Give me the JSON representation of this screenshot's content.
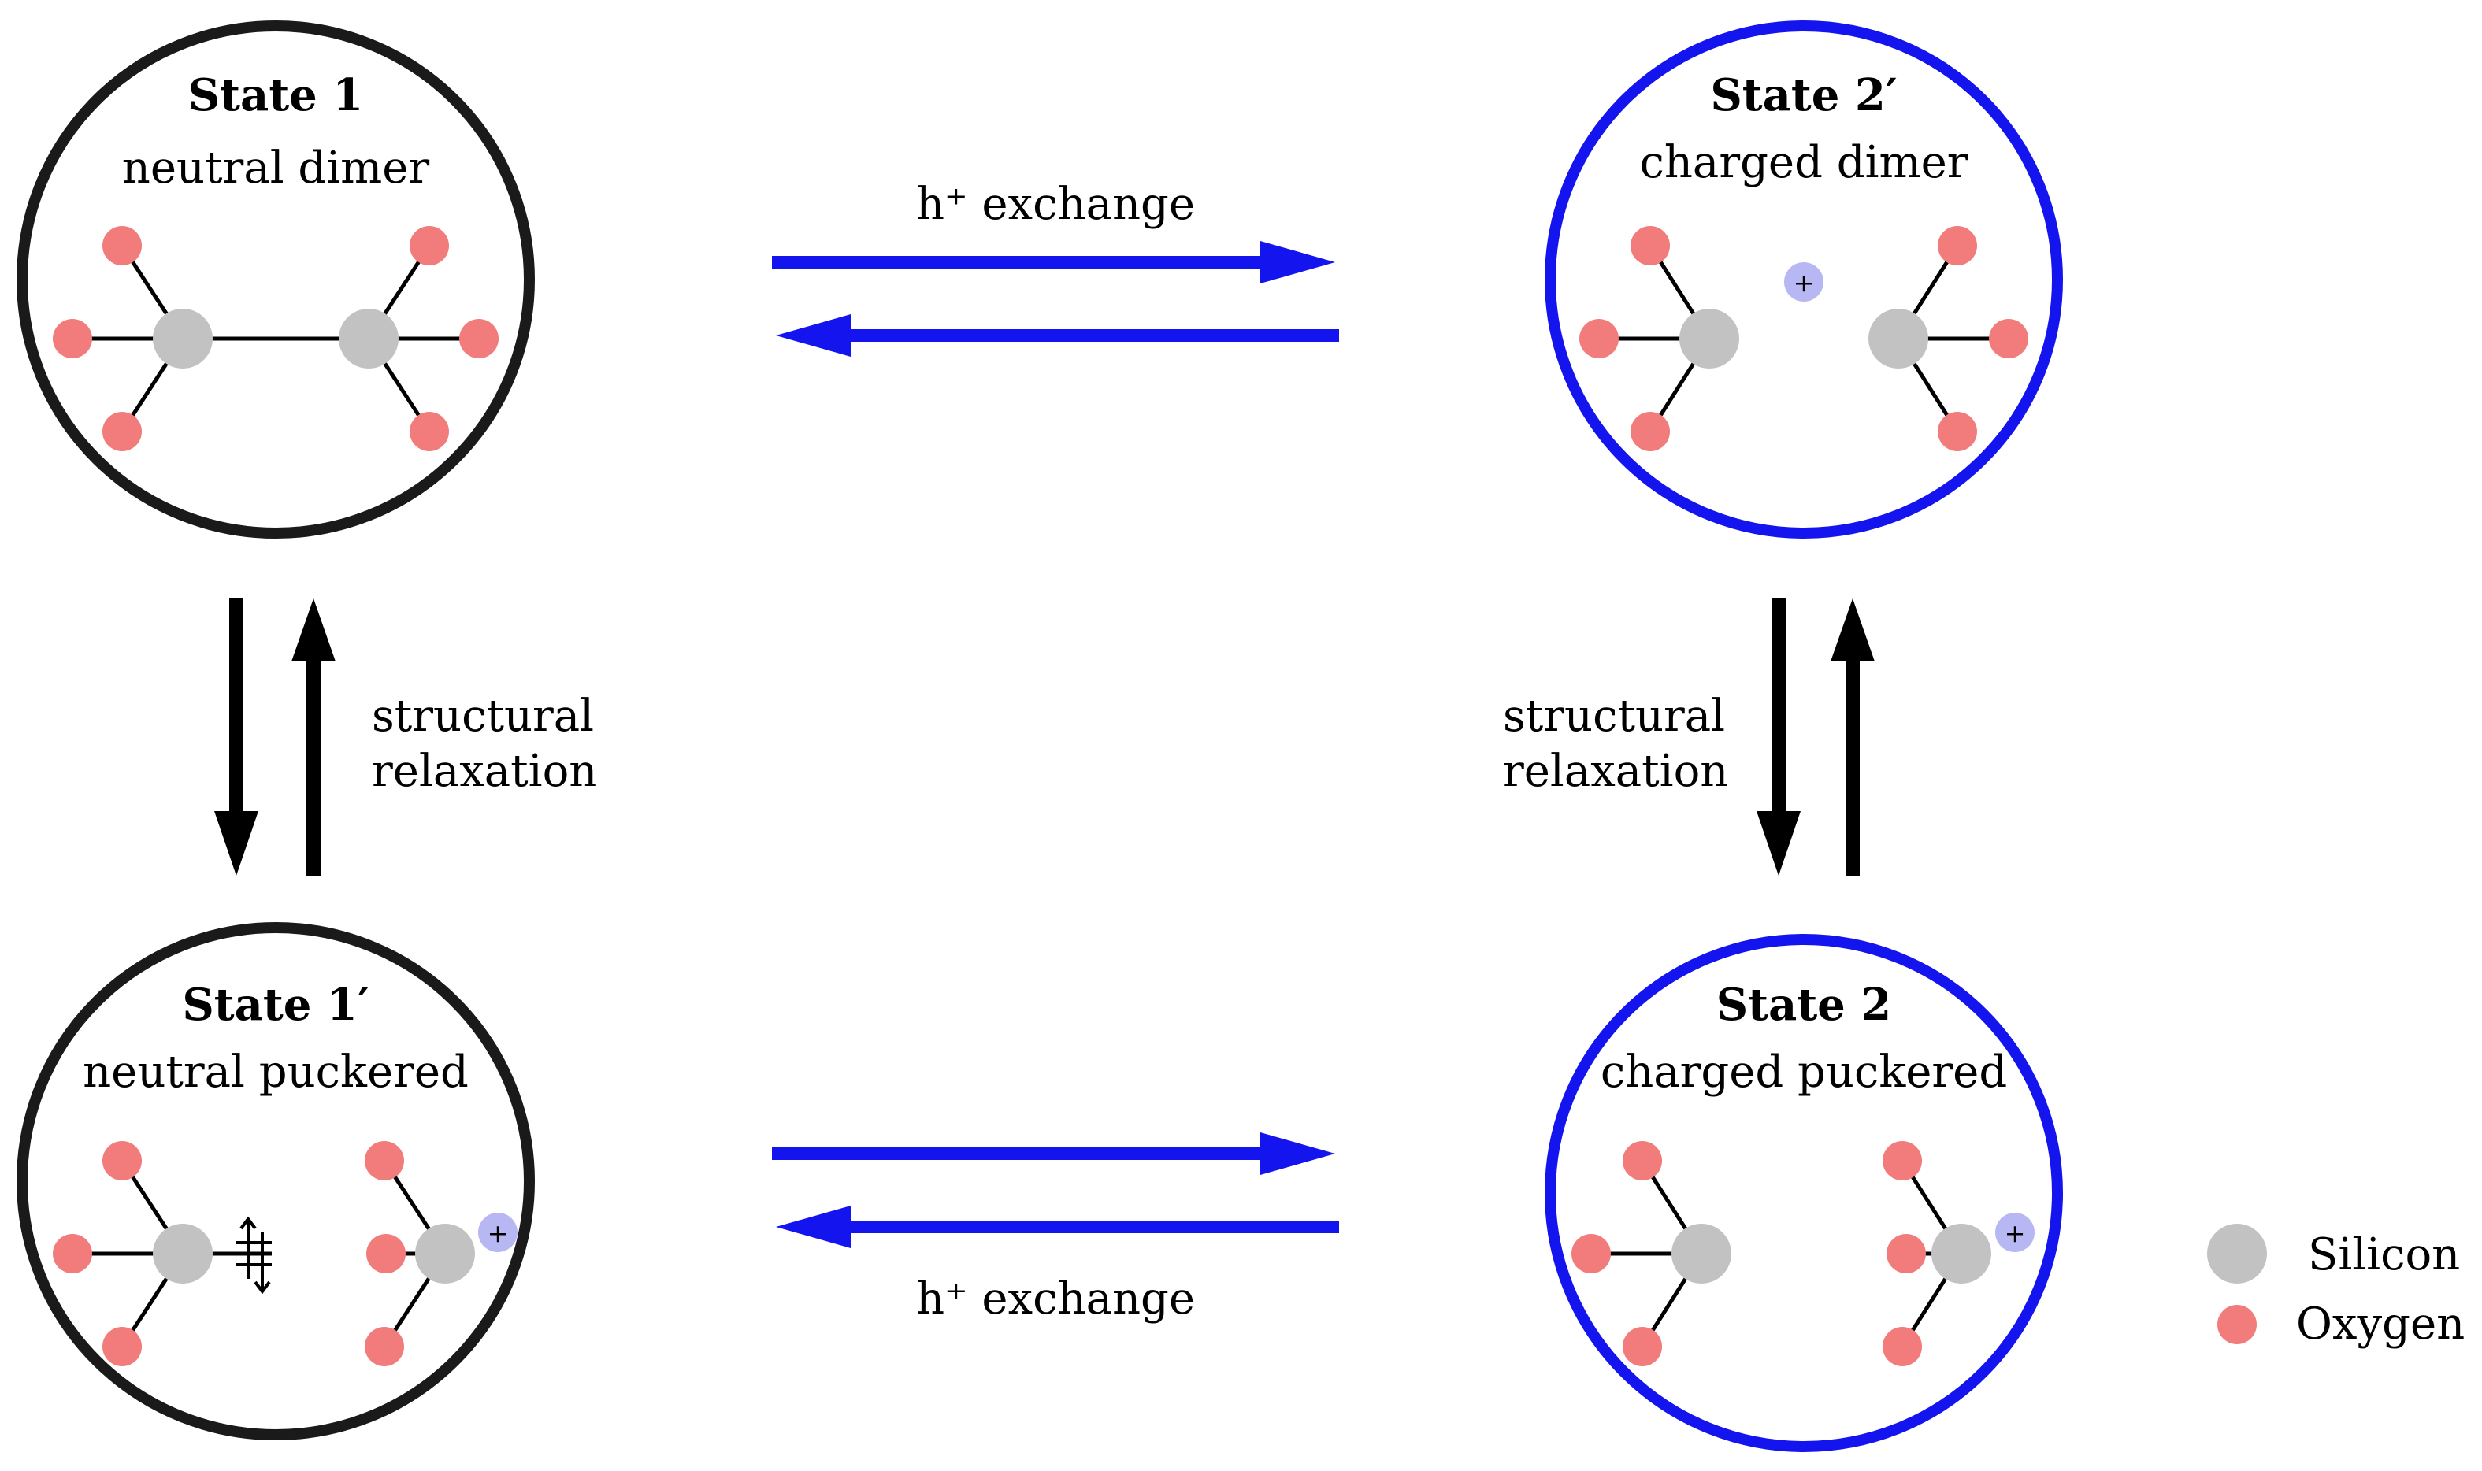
{
  "colors": {
    "neutral_ring": "#1a1a1a",
    "charged_ring": "#1414ee",
    "exchange_arrow": "#1414ee",
    "relax_arrow": "#000000",
    "silicon": "#c2c2c2",
    "oxygen": "#f27b7b",
    "hole": "#b7b7f3"
  },
  "states": {
    "s1": {
      "title": "State 1",
      "subtitle": "neutral dimer"
    },
    "s2p": {
      "title": "State 2′",
      "subtitle": "charged dimer"
    },
    "s1p": {
      "title": "State 1′",
      "subtitle": "neutral puckered"
    },
    "s2": {
      "title": "State 2",
      "subtitle": "charged puckered"
    }
  },
  "hole_symbol": "+",
  "arrows": {
    "top_exchange": "h⁺ exchange",
    "bottom_exchange": "h⁺ exchange",
    "left_relax": [
      "structural",
      "relaxation"
    ],
    "right_relax": [
      "structural",
      "relaxation"
    ]
  },
  "legend": {
    "silicon": "Silicon",
    "oxygen": "Oxygen"
  }
}
